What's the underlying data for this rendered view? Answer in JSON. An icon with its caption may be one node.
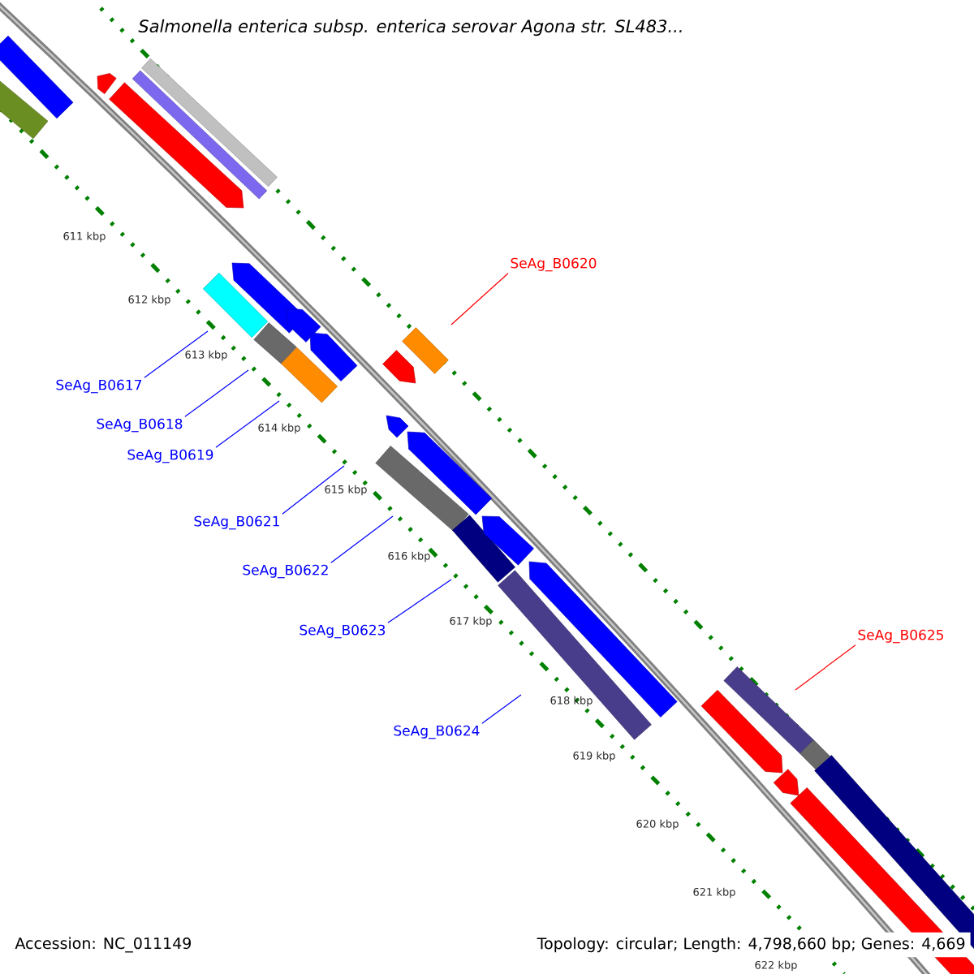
{
  "diagram": {
    "title": "Salmonella enterica subsp. enterica serovar Agona str. SL483...",
    "nodes": [
      {
        "text": [
          "SeAg_B0620"
        ]
      },
      {
        "text": [
          "SeAg_B0617"
        ]
      },
      {
        "text": [
          "SeAg_B0618"
        ]
      },
      {
        "text": [
          "SeAg_B0619"
        ]
      },
      {
        "text": [
          "SeAg_B0621"
        ]
      },
      {
        "text": [
          "SeAg_B0622"
        ]
      },
      {
        "text": [
          "SeAg_B0623"
        ]
      },
      {
        "text": [
          "SeAg_B0625"
        ]
      },
      {
        "text": [
          "SeAg_B0624"
        ]
      }
    ],
    "edges": [
      {
        "from": 0,
        "to": null,
        "arrow": "none",
        "color": "#ff0000"
      },
      {
        "from": 1,
        "to": null,
        "arrow": "none"
      },
      {
        "from": 2,
        "to": null,
        "arrow": "none"
      },
      {
        "from": 3,
        "to": null,
        "arrow": "none"
      },
      {
        "from": 4,
        "to": null,
        "arrow": "none"
      },
      {
        "from": 5,
        "to": null,
        "arrow": "none"
      },
      {
        "from": 6,
        "to": null,
        "arrow": "none"
      },
      {
        "from": 7,
        "to": null,
        "arrow": "none",
        "color": "#ff0000"
      },
      {
        "from": 8,
        "to": null,
        "arrow": "none"
      }
    ],
    "labels": [
      "611 kbp",
      "612 kbp",
      "613 kbp",
      "614 kbp",
      "615 kbp",
      "616 kbp",
      "617 kbp",
      "618 kbp",
      "619 kbp",
      "620 kbp",
      "621 kbp",
      "622 kbp",
      "Accession: NC_011149",
      "Topology: circular; Length: 4,798,660 bp; Genes: 4,669"
    ]
  }
}
